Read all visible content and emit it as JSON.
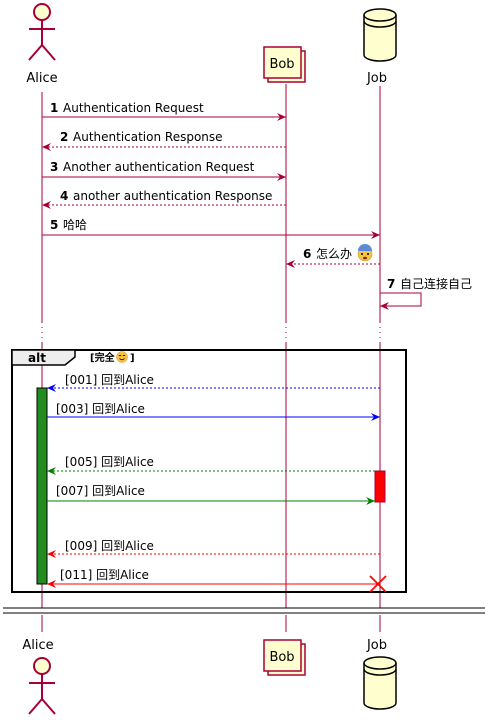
{
  "participants": {
    "alice": {
      "name": "Alice",
      "kind": "actor"
    },
    "bob": {
      "name": "Bob",
      "kind": "collections"
    },
    "job": {
      "name": "Job",
      "kind": "database"
    }
  },
  "messages": [
    {
      "num": "1",
      "text": "Authentication Request"
    },
    {
      "num": "2",
      "text": "Authentication Response"
    },
    {
      "num": "3",
      "text": "Another authentication Request"
    },
    {
      "num": "4",
      "text": "another authentication Response"
    },
    {
      "num": "5",
      "text": "哈哈"
    },
    {
      "num": "6",
      "text": "怎么办"
    },
    {
      "num": "7",
      "text": "自己连接自己"
    }
  ],
  "emoji": {
    "scared": "😰",
    "smile": "😊"
  },
  "alt_group": {
    "keyword": "alt",
    "guard": "[完全",
    "guard_end": "]",
    "messages": [
      {
        "text": "[001] 回到Alice"
      },
      {
        "text": "[003] 回到Alice"
      },
      {
        "text": "[005] 回到Alice"
      },
      {
        "text": "[007] 回到Alice"
      },
      {
        "text": "[009] 回到Alice"
      },
      {
        "text": "[011] 回到Alice"
      }
    ]
  },
  "colors": {
    "lifeline": "#a80036",
    "participant_fill": "#fefece",
    "blue": "#0000ff",
    "green": "#008000",
    "red": "#ff0000",
    "activation_green": "#228b22",
    "activation_red": "#ff0000"
  }
}
